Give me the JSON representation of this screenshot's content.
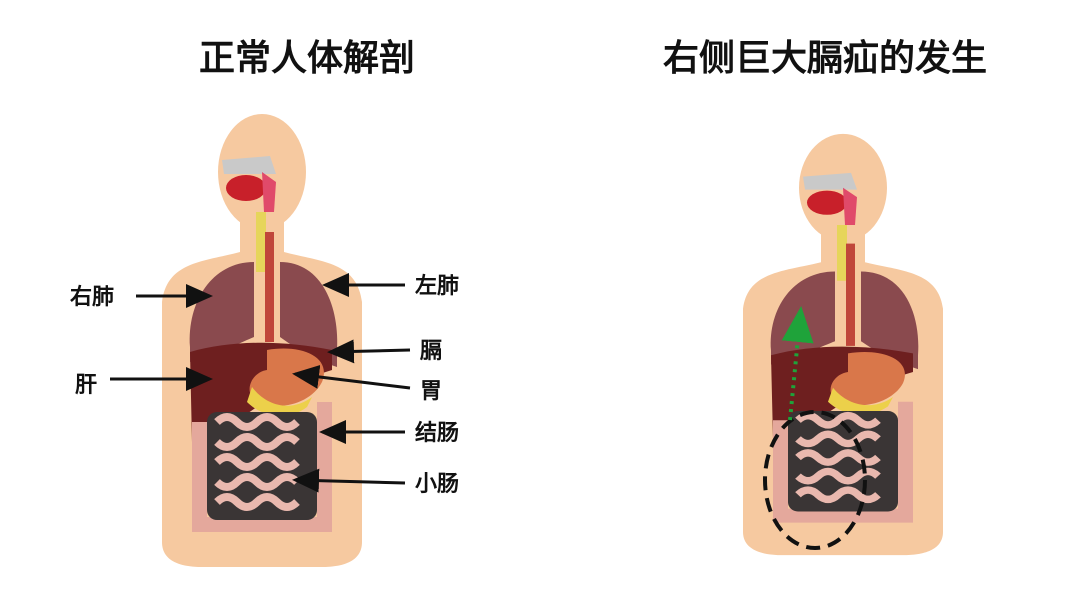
{
  "panels": [
    {
      "title": "正常人体解剖",
      "labels": {
        "right_lung": "右肺",
        "left_lung": "左肺",
        "diaphragm": "膈",
        "liver": "肝",
        "stomach": "胃",
        "colon": "结肠",
        "small_intestine": "小肠"
      }
    },
    {
      "title": "右侧巨大膈疝的发生"
    }
  ],
  "colors": {
    "skin": "#f6c9a0",
    "lung": "#8a4a4e",
    "liver": "#6e1f1f",
    "stomach": "#d9774a",
    "intestine": "#e9b8ae",
    "herniation_arrow": "#1fa33a"
  }
}
